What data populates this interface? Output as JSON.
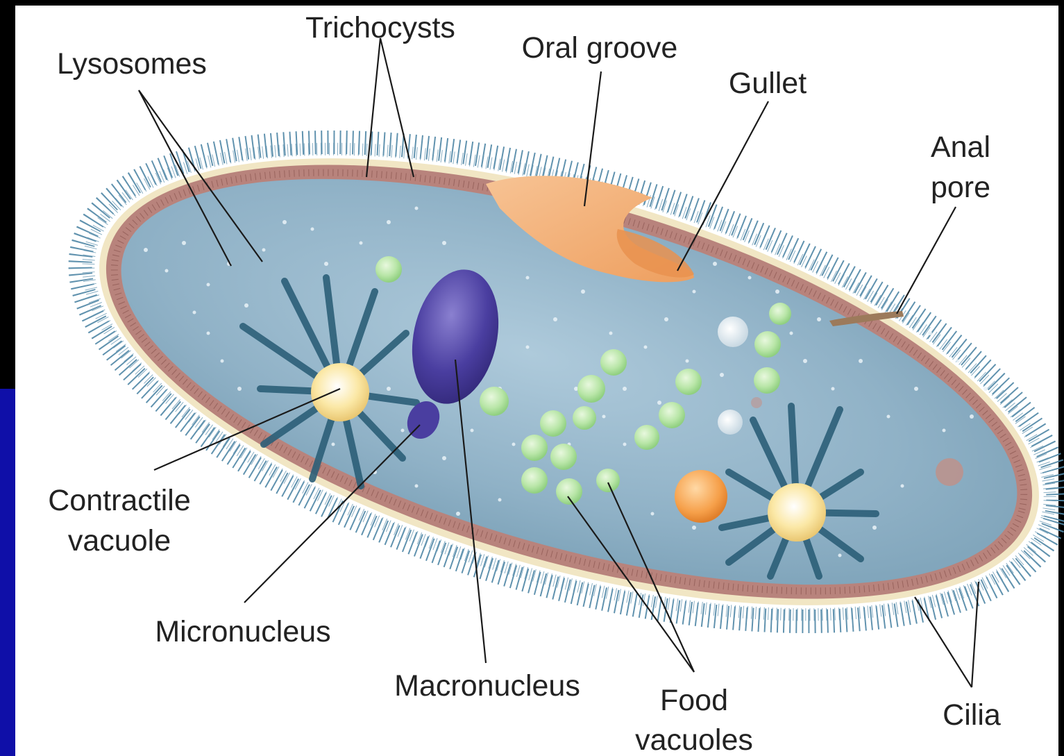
{
  "labels": {
    "trichocysts": "Trichocysts",
    "lysosomes": "Lysosomes",
    "oral_groove": "Oral groove",
    "gullet": "Gullet",
    "anal_pore_line1": "Anal",
    "anal_pore_line2": "pore",
    "contractile_vacuole_line1": "Contractile",
    "contractile_vacuole_line2": "vacuole",
    "micronucleus": "Micronucleus",
    "macronucleus": "Macronucleus",
    "food_vacuoles_line1": "Food",
    "food_vacuoles_line2": "vacuoles",
    "cilia": "Cilia"
  },
  "colors": {
    "frame_black": "#000000",
    "frame_blue": "#0f0fa8",
    "cytoplasm": "#9fbfd2",
    "pellicle": "#b8837c",
    "membrane": "#f1e6c4",
    "cilia": "#4f86a5",
    "macronucleus": "#4a3ea0",
    "oral_groove": "#f3b27a",
    "food_vacuole": "#b9e6a8",
    "contractile_star": "#2c5f78",
    "contractile_center": "#fbe8a6",
    "orange_vacuole": "#f6a04a",
    "leader_line": "#1a1a1a"
  }
}
